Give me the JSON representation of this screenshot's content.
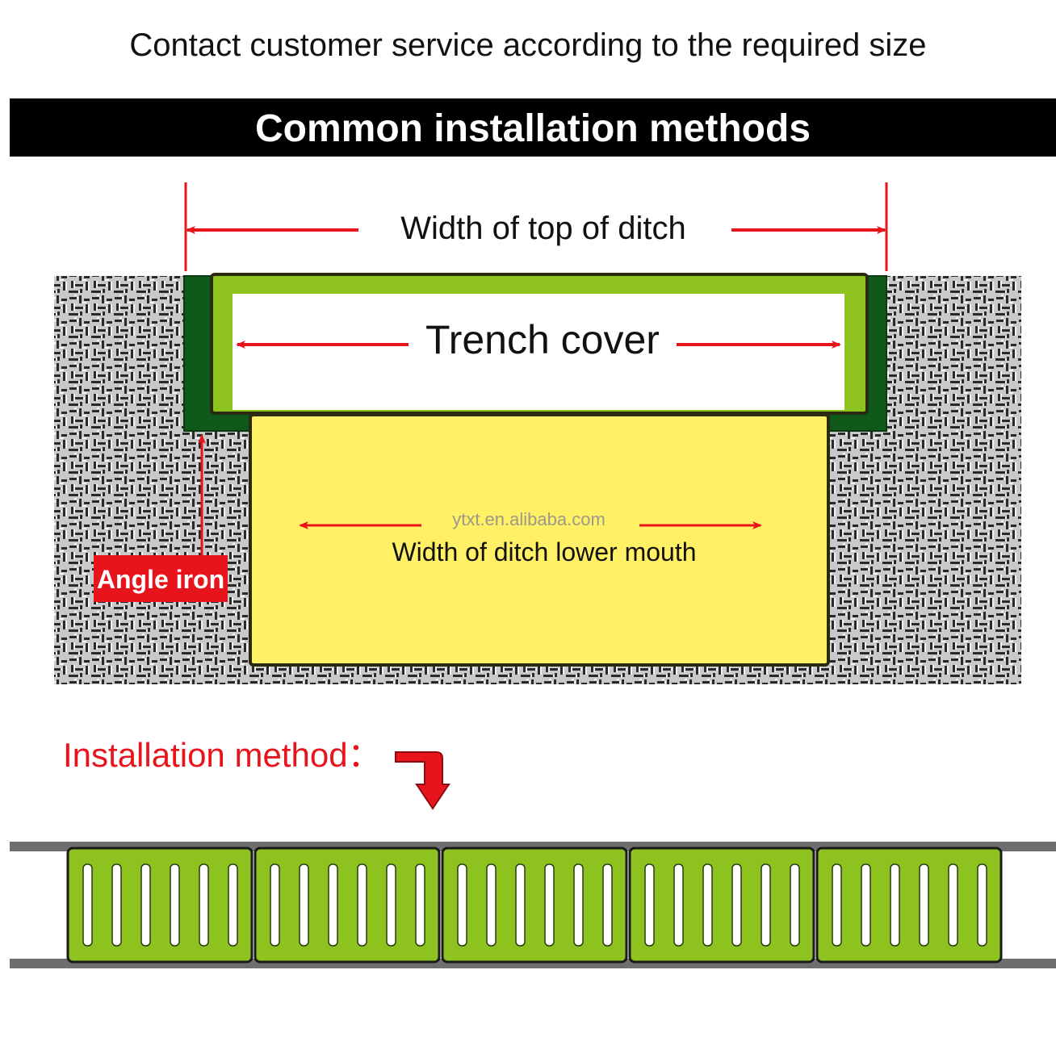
{
  "header": {
    "subtitle": "Contact customer service according to the required size",
    "banner": "Common installation methods"
  },
  "diagram": {
    "top_width_label": "Width of top of ditch",
    "trench_cover_label": "Trench cover",
    "lower_width_label": "Width of ditch lower mouth",
    "watermark": "ytxt.en.alibaba.com",
    "angle_iron_label": "Angle iron"
  },
  "installation": {
    "label": "Installation method：",
    "grate_count": 5,
    "slots_per_grate": 6
  },
  "colors": {
    "arrow_red": "#e8141c",
    "cover_green": "#8ec21f",
    "angle_iron_green": "#0f5a1a",
    "ditch_yellow": "#fff066",
    "rail_gray": "#6e6e6e"
  }
}
